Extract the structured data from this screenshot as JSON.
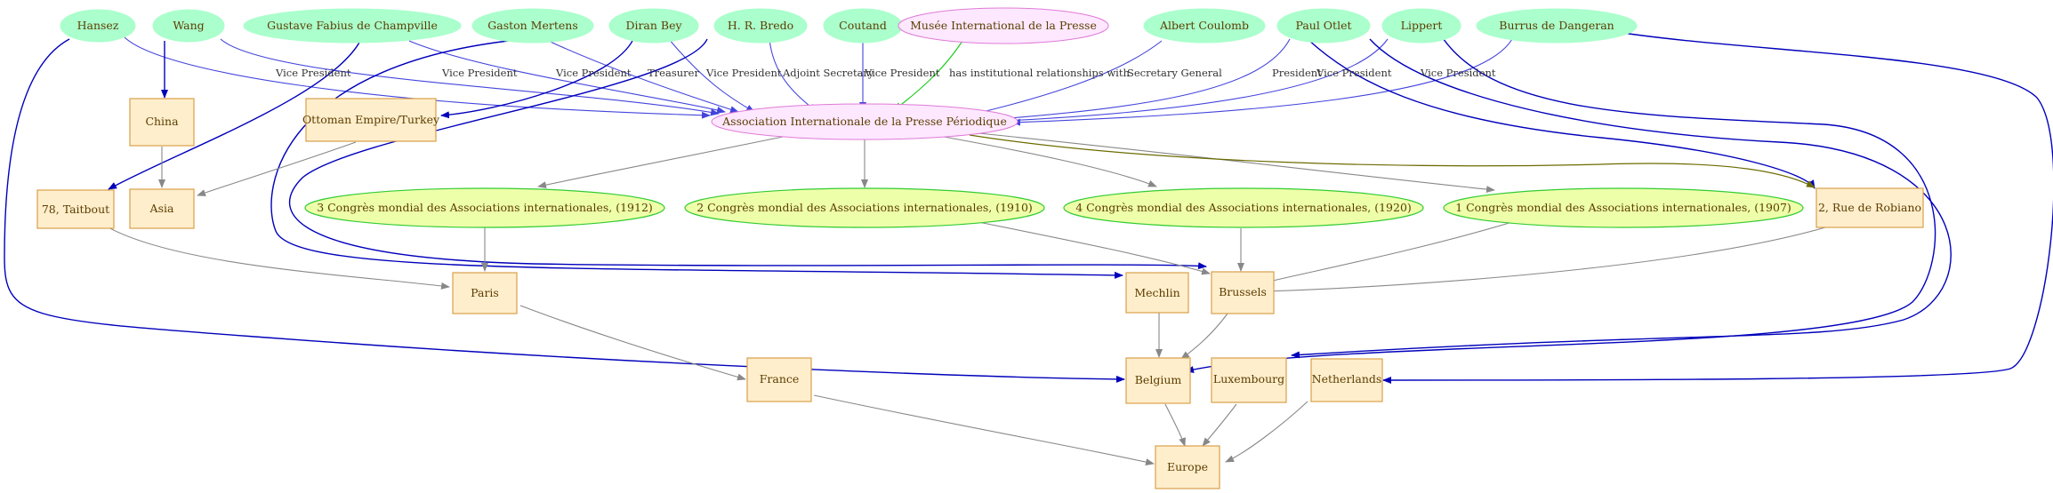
{
  "colors": {
    "person_fill": "#aaffcc",
    "organization_fill": "#fde8ff",
    "organization_border": "#e07ad8",
    "event_fill": "#eeffaa",
    "event_border": "#33cc33",
    "place_fill": "#ffeecc",
    "place_border": "#d8a04a",
    "role_edge": "#4444dd",
    "person_place_edge": "#0000bb",
    "institution_edge": "#22cc22",
    "olive_edge": "#6b6b00",
    "gray_edge": "#888888"
  },
  "nodes": {
    "hansez": "Hansez",
    "wang": "Wang",
    "champville": "Gustave Fabius  de Champville",
    "mertens": "Gaston Mertens",
    "bey": "Diran Bey",
    "bredo": "H. R. Bredo",
    "coutand": "Coutand",
    "musee": "Musée International de la Presse",
    "coulomb": "Albert Coulomb",
    "otlet": "Paul Otlet",
    "lippert": "Lippert",
    "dangeran": "Burrus de Dangeran",
    "aipp": "Association Internationale de la Presse Périodique",
    "china": "China",
    "ottoman": "Ottoman Empire/Turkey",
    "taitbout": "78, Taitbout",
    "asia": "Asia",
    "c1912": "3 Congrès mondial des Associations internationales, (1912)",
    "c1910": "2 Congrès mondial des Associations internationales, (1910)",
    "c1920": "4 Congrès mondial des Associations internationales, (1920)",
    "c1907": "1 Congrès mondial des Associations internationales, (1907)",
    "robiano": "2, Rue de Robiano",
    "paris": "Paris",
    "mechlin": "Mechlin",
    "brussels": "Brussels",
    "france": "France",
    "belgium": "Belgium",
    "luxembourg": "Luxembourg",
    "netherlands": "Netherlands",
    "europe": "Europe"
  },
  "edge_labels": {
    "hansez": "Vice President",
    "wang": "Vice President",
    "champville": "Vice President",
    "mertens": "Treasurer",
    "bey": "Vice President",
    "bredo": "Adjoint Secretary",
    "coutand": "Vice President",
    "musee": "has institutional relationships with",
    "coulomb": "Secretary General",
    "otlet": "President",
    "lippert": "Vice President",
    "dangeran": "Vice President"
  }
}
